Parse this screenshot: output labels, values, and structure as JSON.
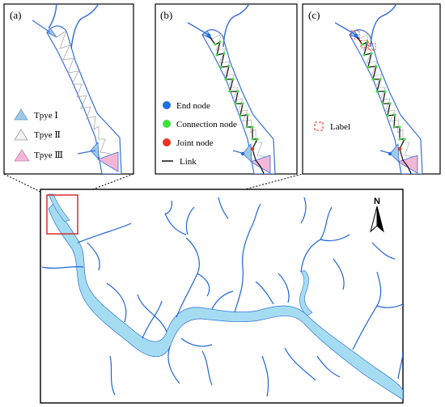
{
  "panels": {
    "a": {
      "label": "(a)",
      "legend": [
        {
          "text": "Tpye Ⅰ",
          "color": "#9fc9e8",
          "symbol": "triangle"
        },
        {
          "text": "Tpye Ⅱ",
          "color": "#f2f2f2",
          "symbol": "triangle"
        },
        {
          "text": "Tpye Ⅲ",
          "color": "#f3b7d6",
          "symbol": "triangle"
        }
      ]
    },
    "b": {
      "label": "(b)",
      "legend": [
        {
          "text": "End node",
          "color": "#1f6fe0",
          "symbol": "dot"
        },
        {
          "text": "Connection node",
          "color": "#3fe03f",
          "symbol": "dot"
        },
        {
          "text": "Joint node",
          "color": "#e8351f",
          "symbol": "dot"
        },
        {
          "text": "Link",
          "color": "#000000",
          "symbol": "line"
        }
      ]
    },
    "c": {
      "label": "(c)",
      "legend": [
        {
          "text": "Label",
          "color": "#e8351f",
          "symbol": "dashed-box"
        }
      ]
    }
  },
  "map": {
    "north_label": "N",
    "river_color": "#a6dcf2",
    "stream_color": "#1f64d8",
    "highlight_color": "#d62020"
  }
}
